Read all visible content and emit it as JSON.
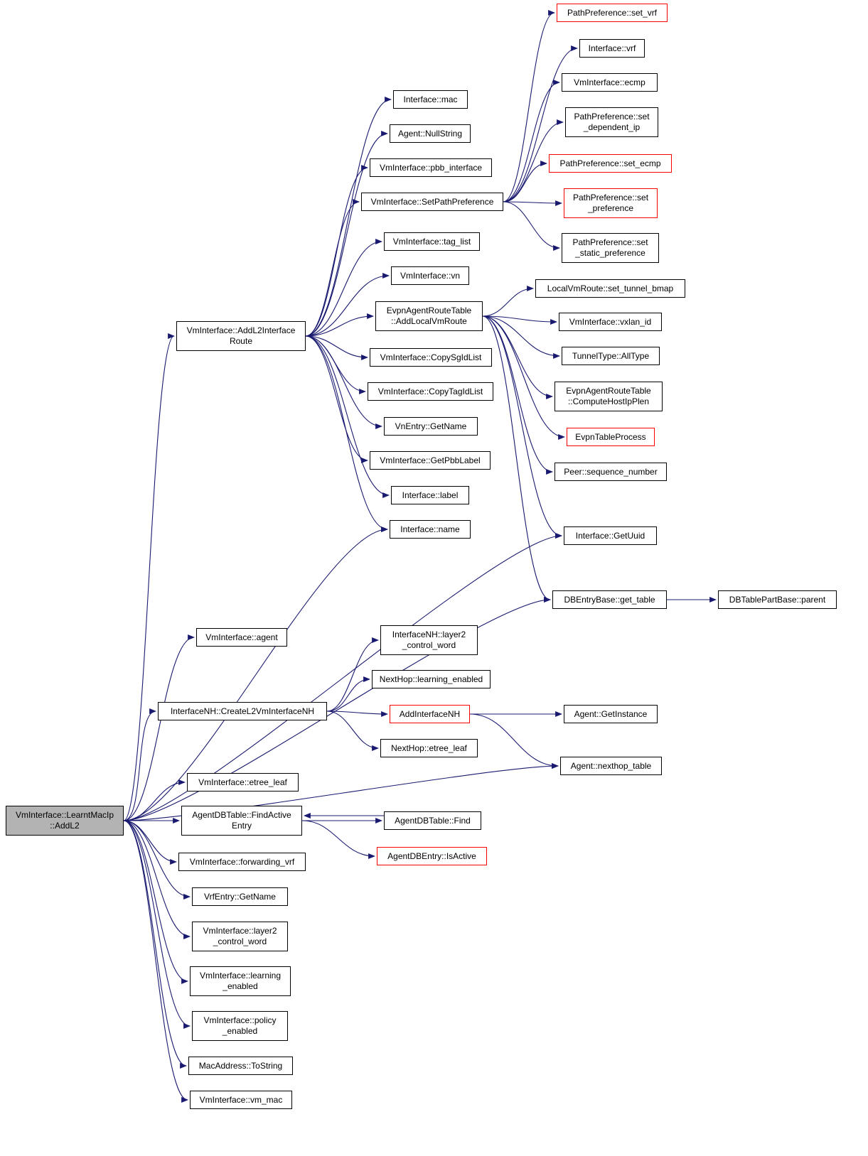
{
  "diagram": {
    "type": "call-graph",
    "palette": {
      "background": "#ffffff",
      "edge": "#191970",
      "node_border": "#000000",
      "highlight_border": "#ff0000",
      "focus_fill": "#b3b3b3"
    },
    "nodes": {
      "main": {
        "label": "VmInterface::LearntMacIp\n::AddL2",
        "focus": true
      },
      "addl2route": {
        "label": "VmInterface::AddL2Interface\nRoute"
      },
      "agent": {
        "label": "VmInterface::agent"
      },
      "createnh": {
        "label": "InterfaceNH::CreateL2VmInterfaceNH"
      },
      "vm_etree_leaf": {
        "label": "VmInterface::etree_leaf"
      },
      "findactive": {
        "label": "AgentDBTable::FindActive\nEntry"
      },
      "forwarding_vrf": {
        "label": "VmInterface::forwarding_vrf"
      },
      "vrf_getname": {
        "label": "VrfEntry::GetName"
      },
      "vm_layer2": {
        "label": "VmInterface::layer2\n_control_word"
      },
      "vm_learning": {
        "label": "VmInterface::learning\n_enabled"
      },
      "vm_policy": {
        "label": "VmInterface::policy\n_enabled"
      },
      "mac_tostring": {
        "label": "MacAddress::ToString"
      },
      "vm_mac": {
        "label": "VmInterface::vm_mac"
      },
      "iface_mac": {
        "label": "Interface::mac"
      },
      "nullstring": {
        "label": "Agent::NullString"
      },
      "pbb_interface": {
        "label": "VmInterface::pbb_interface"
      },
      "setpathpref": {
        "label": "VmInterface::SetPathPreference"
      },
      "tag_list": {
        "label": "VmInterface::tag_list"
      },
      "vn": {
        "label": "VmInterface::vn"
      },
      "addlocalvmroute": {
        "label": "EvpnAgentRouteTable\n::AddLocalVmRoute"
      },
      "copysgidlist": {
        "label": "VmInterface::CopySgIdList"
      },
      "copytagidlist": {
        "label": "VmInterface::CopyTagIdList"
      },
      "vn_getname": {
        "label": "VnEntry::GetName"
      },
      "getpbblabel": {
        "label": "VmInterface::GetPbbLabel"
      },
      "iface_label": {
        "label": "Interface::label"
      },
      "iface_name": {
        "label": "Interface::name"
      },
      "set_vrf": {
        "label": "PathPreference::set_vrf",
        "accent": "red"
      },
      "iface_vrf": {
        "label": "Interface::vrf"
      },
      "ecmp": {
        "label": "VmInterface::ecmp"
      },
      "set_dependent_ip": {
        "label": "PathPreference::set\n_dependent_ip"
      },
      "set_ecmp": {
        "label": "PathPreference::set_ecmp",
        "accent": "red"
      },
      "set_preference": {
        "label": "PathPreference::set\n_preference",
        "accent": "red"
      },
      "set_static_pref": {
        "label": "PathPreference::set\n_static_preference"
      },
      "set_tunnel_bmap": {
        "label": "LocalVmRoute::set_tunnel_bmap"
      },
      "vxlan_id": {
        "label": "VmInterface::vxlan_id"
      },
      "alltype": {
        "label": "TunnelType::AllType"
      },
      "computehostipplen": {
        "label": "EvpnAgentRouteTable\n::ComputeHostIpPlen"
      },
      "evpntableprocess": {
        "label": "EvpnTableProcess",
        "accent": "red"
      },
      "seq_number": {
        "label": "Peer::sequence_number"
      },
      "getuuid": {
        "label": "Interface::GetUuid"
      },
      "get_table": {
        "label": "DBEntryBase::get_table"
      },
      "parent": {
        "label": "DBTablePartBase::parent"
      },
      "nh_layer2": {
        "label": "InterfaceNH::layer2\n_control_word"
      },
      "nh_learning": {
        "label": "NextHop::learning_enabled"
      },
      "addinterfacenh": {
        "label": "AddInterfaceNH",
        "accent": "red"
      },
      "nh_etree_leaf": {
        "label": "NextHop::etree_leaf"
      },
      "getinstance": {
        "label": "Agent::GetInstance"
      },
      "nexthop_table": {
        "label": "Agent::nexthop_table"
      },
      "find": {
        "label": "AgentDBTable::Find"
      },
      "isactive": {
        "label": "AgentDBEntry::IsActive",
        "accent": "red"
      }
    },
    "edges": [
      {
        "from": "main",
        "to": "addl2route"
      },
      {
        "from": "main",
        "to": "agent"
      },
      {
        "from": "main",
        "to": "createnh"
      },
      {
        "from": "main",
        "to": "vm_etree_leaf"
      },
      {
        "from": "main",
        "to": "findactive"
      },
      {
        "from": "main",
        "to": "forwarding_vrf"
      },
      {
        "from": "main",
        "to": "vrf_getname"
      },
      {
        "from": "main",
        "to": "vm_layer2"
      },
      {
        "from": "main",
        "to": "vm_learning"
      },
      {
        "from": "main",
        "to": "vm_policy"
      },
      {
        "from": "main",
        "to": "mac_tostring"
      },
      {
        "from": "main",
        "to": "vm_mac"
      },
      {
        "from": "main",
        "to": "iface_name"
      },
      {
        "from": "main",
        "to": "getuuid"
      },
      {
        "from": "main",
        "to": "get_table"
      },
      {
        "from": "main",
        "to": "nexthop_table"
      },
      {
        "from": "addl2route",
        "to": "iface_mac"
      },
      {
        "from": "addl2route",
        "to": "nullstring"
      },
      {
        "from": "addl2route",
        "to": "pbb_interface"
      },
      {
        "from": "addl2route",
        "to": "setpathpref"
      },
      {
        "from": "addl2route",
        "to": "tag_list"
      },
      {
        "from": "addl2route",
        "to": "vn"
      },
      {
        "from": "addl2route",
        "to": "addlocalvmroute"
      },
      {
        "from": "addl2route",
        "to": "copysgidlist"
      },
      {
        "from": "addl2route",
        "to": "copytagidlist"
      },
      {
        "from": "addl2route",
        "to": "vn_getname"
      },
      {
        "from": "addl2route",
        "to": "getpbblabel"
      },
      {
        "from": "addl2route",
        "to": "iface_label"
      },
      {
        "from": "addl2route",
        "to": "iface_name"
      },
      {
        "from": "setpathpref",
        "to": "set_vrf"
      },
      {
        "from": "setpathpref",
        "to": "iface_vrf"
      },
      {
        "from": "setpathpref",
        "to": "ecmp"
      },
      {
        "from": "setpathpref",
        "to": "set_dependent_ip"
      },
      {
        "from": "setpathpref",
        "to": "set_ecmp"
      },
      {
        "from": "setpathpref",
        "to": "set_preference"
      },
      {
        "from": "setpathpref",
        "to": "set_static_pref"
      },
      {
        "from": "addlocalvmroute",
        "to": "set_tunnel_bmap"
      },
      {
        "from": "addlocalvmroute",
        "to": "vxlan_id"
      },
      {
        "from": "addlocalvmroute",
        "to": "alltype"
      },
      {
        "from": "addlocalvmroute",
        "to": "computehostipplen"
      },
      {
        "from": "addlocalvmroute",
        "to": "evpntableprocess"
      },
      {
        "from": "addlocalvmroute",
        "to": "seq_number"
      },
      {
        "from": "addlocalvmroute",
        "to": "getuuid"
      },
      {
        "from": "addlocalvmroute",
        "to": "get_table"
      },
      {
        "from": "get_table",
        "to": "parent"
      },
      {
        "from": "createnh",
        "to": "nh_layer2"
      },
      {
        "from": "createnh",
        "to": "nh_learning"
      },
      {
        "from": "createnh",
        "to": "addinterfacenh"
      },
      {
        "from": "createnh",
        "to": "nh_etree_leaf"
      },
      {
        "from": "addinterfacenh",
        "to": "getinstance"
      },
      {
        "from": "addinterfacenh",
        "to": "nexthop_table"
      },
      {
        "from": "findactive",
        "to": "find"
      },
      {
        "from": "findactive",
        "to": "isactive"
      },
      {
        "from": "find",
        "to": "findactive"
      }
    ]
  }
}
